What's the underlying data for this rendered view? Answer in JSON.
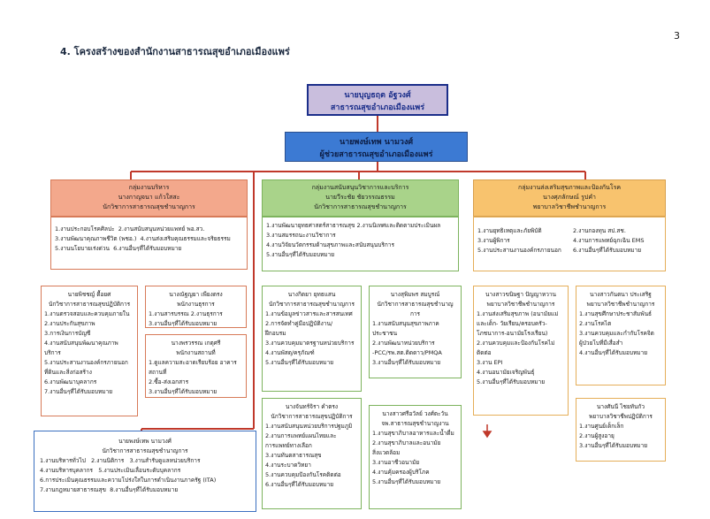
{
  "page_number": "3",
  "title": "4. โครงสร้างของสำนักงานสาธารณสุขอำเภอเมืองแพร่",
  "head": {
    "name": "นายบุญธฤต อัฐวงศ์",
    "position": "สาธารณสุขอำเภอเมืองแพร่"
  },
  "deputy": {
    "name": "นายพงษ์เทพ นามวงศ์",
    "position": "ผู้ช่วยสาธารณสุขอำเภอเมืองแพร่"
  },
  "groups": [
    {
      "name": "กลุ่มงานบริหาร",
      "leader": "นางกาญจนา แก้วใสสะ",
      "position": "นักวิชาการสาธารณสุขชำนาญการ",
      "duties": [
        [
          "1.งานประกอบโรคศิลปะ",
          "2.งานสนับสนุนหน่วยแพทย์ พอ.สว."
        ],
        [
          "3.งานพัฒนาคุณภาพชีวิต (พชอ.)",
          "4.งานส่งเสริมคุณธรรมและจริยธรรม"
        ],
        [
          "5.งานนโยบายเร่งด่วน",
          "6.งานอื่นๆที่ได้รับมอบหมาย"
        ]
      ]
    },
    {
      "name": "กลุ่มงานสนับสนุนวิชาการและบริการ",
      "leader": "นายวีระชัย ชัยวรรณธรรม",
      "position": "นักวิชาการสาธารณสุขชำนาญการ",
      "duties": [
        [
          "1.งานพัฒนายุทธศาสตร์สาธารณสุข",
          "2.งานนิเทศและติดตามประเมินผล"
        ],
        [
          "3.งานสมรรถนะงานวิชาการ"
        ],
        [
          "4.งานวิจัยนวัตกรรมด้านสุขภาพและสนับสนุนบริการ"
        ],
        [
          "5.งานอื่นๆที่ได้รับมอบหมาย"
        ]
      ]
    },
    {
      "name": "กลุ่มงานส่งเสริมสุขภาพและป้องกันโรค",
      "leader": "นางศุภลักษณ์ รูปคำ",
      "position": "พยาบาลวิชาชีพชำนาญการ",
      "duties": [
        [
          "1.งานยุทธิเหตุและภัยพิบัติ",
          "2.งานกองทุน สป.สช."
        ],
        [
          "3.งานผู้พิการ",
          "4.งานการแพทย์ฉุกเฉิน EMS"
        ],
        [
          "5.งานประสานงานองค์กรภายนอก",
          "6.งานอื่นๆที่ได้รับมอบหมาย"
        ]
      ]
    }
  ],
  "subunits": [
    {
      "title": [
        "นายพิชชญ์ ตื้อยศ",
        "นักวิชาการสาธารณสุขปฏิบัติการ"
      ],
      "items": [
        "1.งานตรวจสอบและควบคุมภายใน",
        "2.งานประกันสุขภาพ",
        "3.การเงินการบัญชี",
        "4.งานสนับสนุนพัฒนาคุณภาพ",
        "บริการ",
        "5.งานประสานงานองค์กรภายนอก",
        "ที่ดินและสิ่งก่อสร้าง",
        "6.งานพัฒนาบุคลากร",
        "7.งานอื่นๆที่ได้รับมอบหมาย"
      ]
    },
    {
      "title": [
        "นางณัฐญยา เพียงตรง",
        "พนักงานธุรการ"
      ],
      "items": [
        "1.งานสารบรรณ 2.งานธุรการ",
        "3.งานอื่นๆที่ได้รับมอบหมาย"
      ]
    },
    {
      "title": [
        "นางพรวรรณ เกตุศรี",
        "พนักงานสถานที่"
      ],
      "items": [
        "1.ดูแลความสะอาดเรียบร้อย อาคาร",
        "สถานที่",
        "2.ซื้อ-ส่งเอกสาร",
        "3.งานอื่นๆที่ได้รับมอบหมาย"
      ]
    },
    {
      "title": [
        "นางกิตยา ยุทธแสน",
        "นักวิชาการสาธารณสุขชำนาญการ"
      ],
      "items": [
        "1.งานข้อมูลข่าวสารและสารสนเทศ",
        "2.การจัดทำคู่มือปฏิบัติงาน/",
        "ฝึกอบรม",
        "3.งานควบคุมมาตรฐานหน่วยบริการ",
        "4.งานพัสดุ/ครุภัณฑ์",
        "5.งานอื่นๆที่ได้รับมอบหมาย"
      ]
    },
    {
      "title": [
        "นางสุพิมพร สมบูรณ์",
        "นักวิชาการสาธารณสุขชำนาญการ"
      ],
      "items": [
        "1.งานสนับสนุนสุขภาพภาค",
        "ประชาชน",
        "2.งานพัฒนาหน่วยบริการ",
        "-PCC/รพ.สต.ติดดาว/PMQA",
        "3.งานอื่นๆที่ได้รับมอบหมาย"
      ]
    },
    {
      "title": [
        "นางจันทร์จิรา คำตรง",
        "นักวิชาการสาธารณสุขปฏิบัติการ"
      ],
      "items": [
        "1.งานสนับสนุนหน่วยบริการปฐมภูมิ",
        "2.งานการแพทย์แผนไทยและ",
        "การแพทย์ทางเลือก",
        "3.งานทันตสาธารณสุข",
        "4.งานระบาดวิทยา",
        "5.งานควบคุมป้องกันโรคติดต่อ",
        "6.งานอื่นๆที่ได้รับมอบหมาย"
      ]
    },
    {
      "title": [
        "นางสาวศรีอวัลย์ วงศ์ตะวัน",
        "จพ.สาธารณสุขชำนาญงาน"
      ],
      "items": [
        "1.งานสุขาภิบาลอาหารและน้ำดื่ม",
        "2.งานสุขาภิบาลและอนามัย",
        "สิ่งแวดล้อม",
        "3.งานอาชีวอนามัย",
        "4.งานคุ้มครองผู้บริโภค",
        "5.งานอื่นๆที่ได้รับมอบหมาย"
      ]
    },
    {
      "title": [
        "นางสาวขนิษฐา ปัญญาหวาน",
        "พยาบาลวิชาชีพชำนาญการ"
      ],
      "items": [
        "1.งานส่งเสริมสุขภาพ (อนามัยแม่",
        "และเด็ก- วัยเรียน/ครอบครัว-",
        "โภชนาการ-อนามัยโรงเรียน)",
        "2.งานควบคุมและป้องกันโรคไม่",
        "ติดต่อ",
        "3.งาน EPI",
        "4.งานอนามัยเจริญพันธุ์",
        "5.งานอื่นๆที่ได้รับมอบหมาย"
      ]
    },
    {
      "title": [
        "นางสาวกันตนา ประเสริฐ",
        "พยาบาลวิชาชีพชำนาญการ"
      ],
      "items": [
        "1.งานสุขศึกษาประชาสัมพันธ์",
        "2.งานโรคไต",
        "3.งานควบคุมและกำกับโรคจิต",
        "ผู้ป่วยโบที่มีเสื่อสำ",
        "4.งานอื่นๆที่ได้รับมอบหมาย"
      ]
    },
    {
      "title": [
        "นางศันนี ไชยทันกัว",
        "พยาบาลวิชาชีพปฏิบัติการ"
      ],
      "items": [
        "1.งานศูนย์เด็กเล็ก",
        "2.งานผู้สูงอายุ",
        "3.งานอื่นๆที่ได้รับมอบหมาย"
      ]
    }
  ],
  "admin_box": {
    "name": "นายพงษ์เทพ นามวงศ์",
    "position": "นักวิชาการสาธารณสุขชำนาญการ",
    "rows": [
      [
        "1.งานบริหารทั่วไป",
        "2.งานนิติการ",
        "3.งานสำรับดูแลหน่วยบริการ"
      ],
      [
        "4.งานบริหารบุคลากร",
        "5.งานประเมินเลื่อนระดับบุคลากร"
      ],
      [
        "6.การประเมินคุณธรรมและความโปร่งใสในการดำเนินงานภาครัฐ (ITA)"
      ],
      [
        "7.งานกฎหมายสาธารณสุข",
        "8.งานอื่นๆที่ได้รับมอบหมาย"
      ]
    ]
  },
  "colors": {
    "head_bg": "#c9bedd",
    "deputy_bg": "#3c7ad3",
    "group1": "#f3a88c",
    "group2": "#a9d38a",
    "group3": "#f8c36e",
    "connector": "#c0392b"
  }
}
